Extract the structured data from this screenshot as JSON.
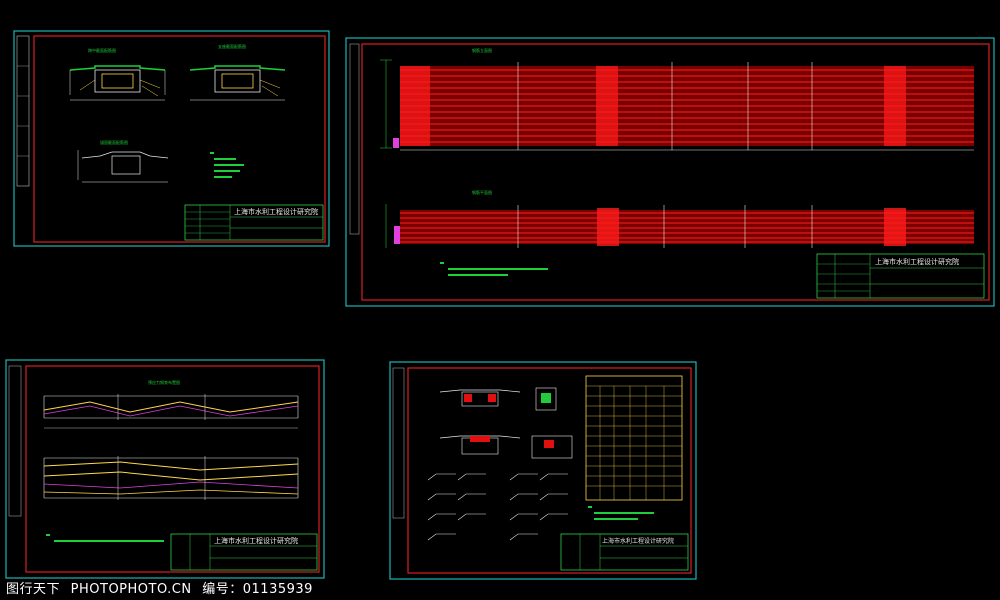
{
  "sheets": {
    "sheet1": {
      "institute": "上海市水利工程设计研究院"
    },
    "sheet2": {
      "institute": "上海市水利工程设计研究院"
    },
    "sheet3": {
      "institute": "上海市水利工程设计研究院"
    },
    "sheet4": {
      "institute": "上海市水利工程设计研究院"
    }
  },
  "watermark": {
    "site": "图行天下",
    "photo_label": "PHOTOPHOTO.CN",
    "id_label": "编号：01135939"
  },
  "colors": {
    "background": "#000000",
    "sheet_frame": "#1fb4b4",
    "inner_frame": "#d42020",
    "drawing_lines": "#ffd84a",
    "annotations": "#1ecf3a",
    "rebar": "#e01010",
    "title_block": "#2ecf4a"
  }
}
